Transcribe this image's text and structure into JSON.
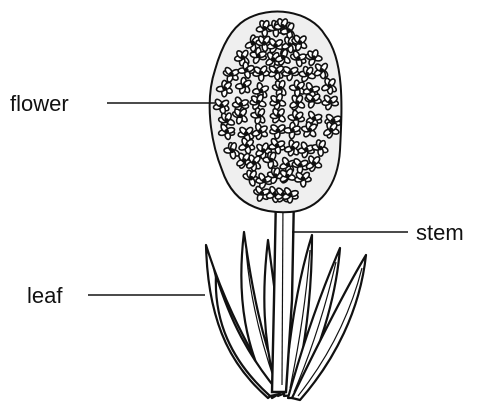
{
  "labels": {
    "flower": "flower",
    "stem": "stem",
    "leaf": "leaf"
  },
  "colors": {
    "ink": "#111111",
    "paper": "#ffffff",
    "petal_fill": "#f4f4f4"
  },
  "icons": {
    "plant": "hyacinth-plant-illustration"
  }
}
